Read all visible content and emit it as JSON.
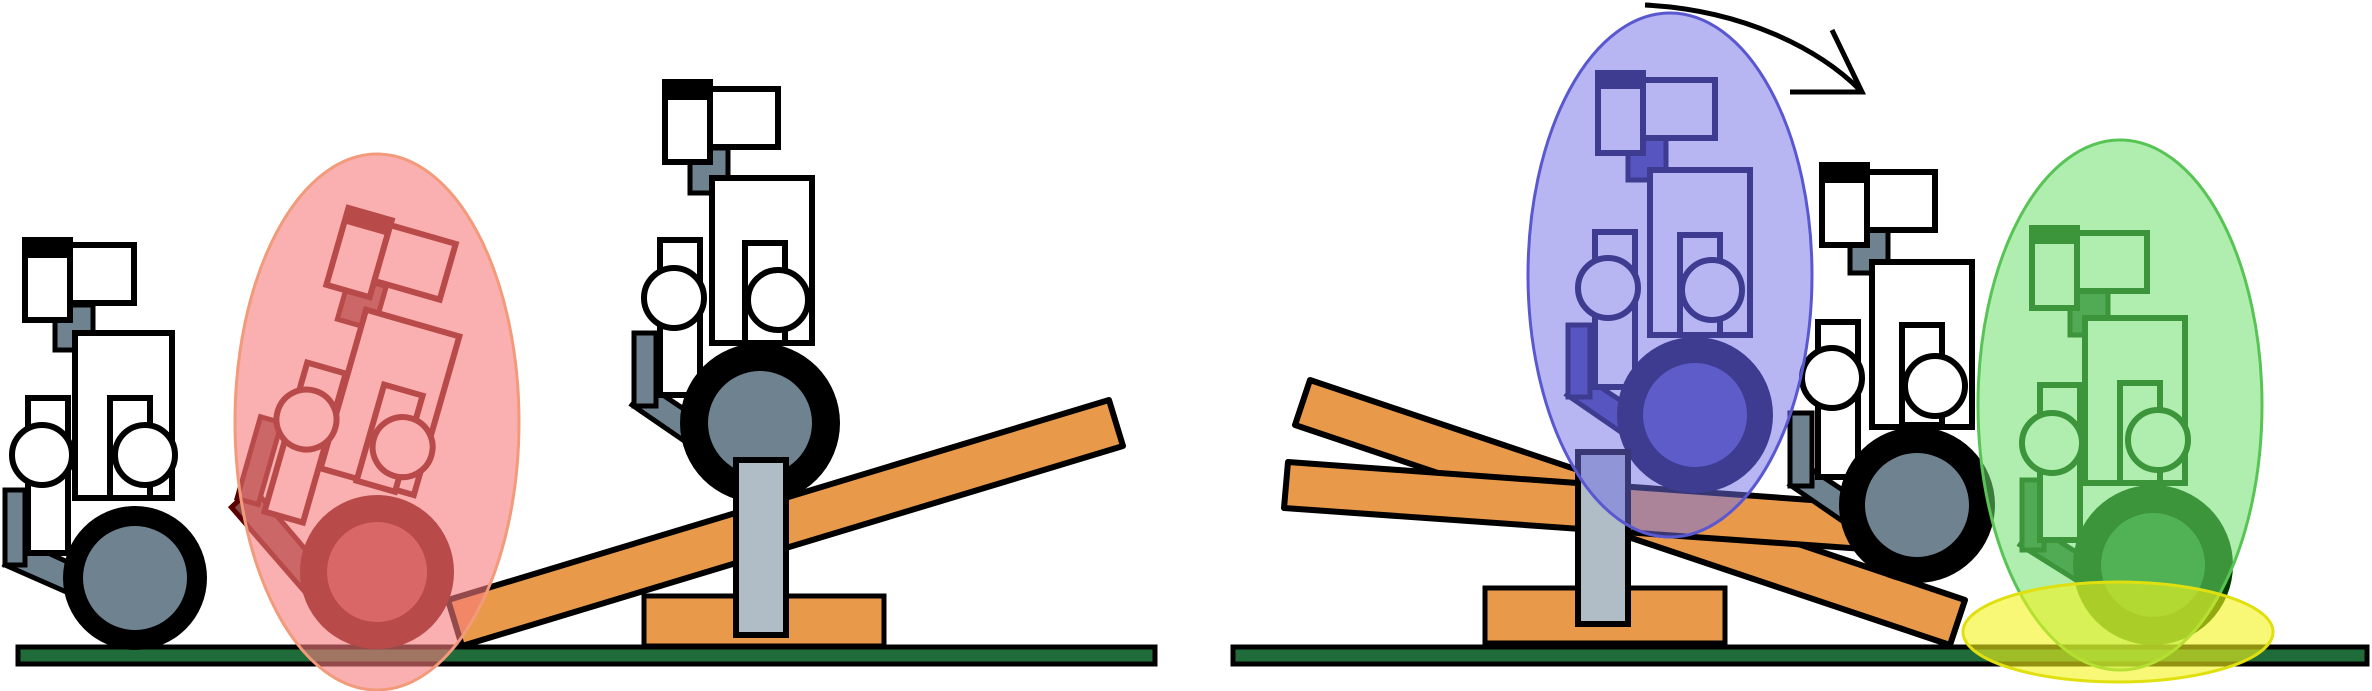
{
  "figure": {
    "panels": [
      {
        "id": "left",
        "description_label": ""
      },
      {
        "id": "right",
        "description_label": ""
      }
    ]
  },
  "colors": {
    "ground": "#1f6b3a",
    "plank": "#e89a4a",
    "pivot_post": "#b0bcc6",
    "wheel_hub": "#6f8290",
    "robot_body": "#ffffff",
    "robot_arm": "#6f8290",
    "outline": "#000000",
    "highlight_red": "#f77b7b",
    "robot_red": "#5a0000",
    "highlight_blue": "#6f6de8",
    "robot_blue": "#0a0a3a",
    "highlight_green": "#6ee06b",
    "robot_green": "#003a00",
    "highlight_yellow": "#f4f41a"
  },
  "icons": {
    "rotation_arrow": "curved-arrow-clockwise"
  }
}
